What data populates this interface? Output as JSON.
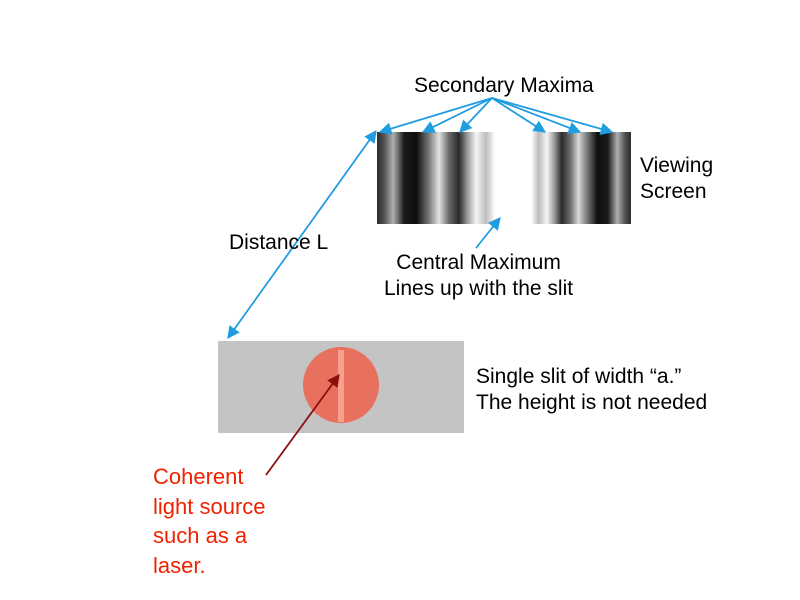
{
  "labels": {
    "secondary_maxima": "Secondary Maxima",
    "viewing_screen": [
      "Viewing",
      "Screen"
    ],
    "distance": "Distance L",
    "central_maximum": [
      "Central Maximum",
      "Lines up with the slit"
    ],
    "slit": [
      "Single slit of width “a.”",
      "The height is not needed"
    ],
    "light_source": [
      "Coherent",
      "light source",
      "such as a",
      "laser."
    ]
  },
  "colors": {
    "arrow_blue": "#1f9de0",
    "arrow_darkred": "#8b0f0f",
    "light_source_text": "#ee2200",
    "slit_plate": "#c4c4c4",
    "laser_spot": "#e8705f",
    "slit_line": "#f7a08e"
  }
}
